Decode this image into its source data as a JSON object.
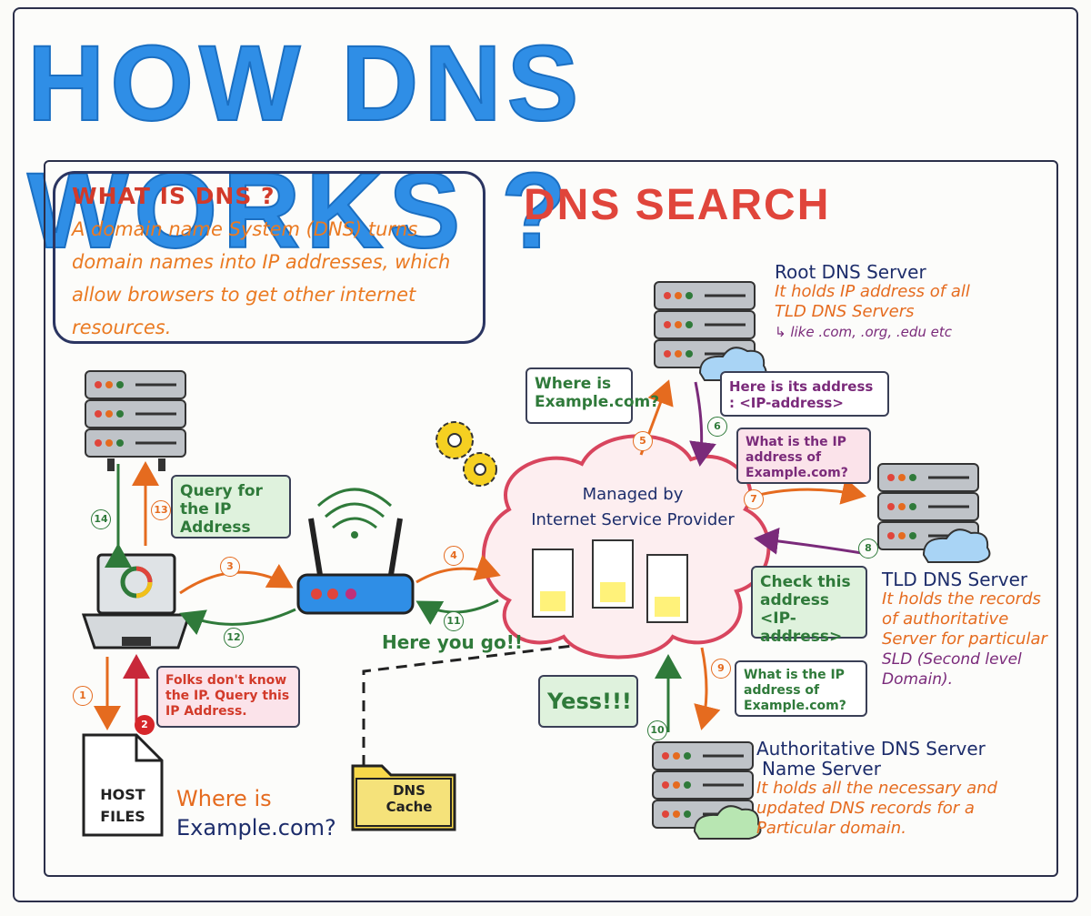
{
  "title": "HOW DNS WORKS ?",
  "what_is": {
    "heading": "WHAT IS DNS ?",
    "body": "A domain name System (DNS) turns domain names into IP addresses, which allow browsers to get other internet resources."
  },
  "search_title": "DNS SEARCH",
  "root_server": {
    "name": "Root DNS Server",
    "desc": "It holds IP address of all TLD DNS Servers",
    "sub": "↳ like .com, .org, .edu etc"
  },
  "tld_server": {
    "name": "TLD DNS Server",
    "desc": "It holds the records of authoritative Server for particular",
    "sub": "SLD (Second level Domain)."
  },
  "auth_server": {
    "name": "Authoritative DNS Server",
    "name2": "Name Server",
    "desc": "It holds all the necessary and updated DNS records for a Particular domain."
  },
  "cloud": {
    "line1": "Managed by",
    "line2": "Internet Service Provider"
  },
  "bubbles": {
    "query_ip": "Query for the IP Address",
    "where_is_top": "Where is Example.com?",
    "here_address": "Here is its address : <IP-address>",
    "what_ip_tld": "What is the IP address of Example.com?",
    "check_address": "Check this address <IP-address>",
    "what_ip_auth": "What is the IP address of Example.com?",
    "folks": "Folks don't know the IP. Query this IP Address.",
    "yess": "Yess!!!"
  },
  "here_you_go": "Here you go!!",
  "host_files": {
    "line1": "HOST",
    "line2": "FILES"
  },
  "where_is_bottom": {
    "line1": "Where is",
    "line2": "Example.com?"
  },
  "dns_cache": {
    "line1": "DNS",
    "line2": "Cache"
  },
  "steps": [
    "1",
    "2",
    "3",
    "4",
    "5",
    "6",
    "7",
    "8",
    "9",
    "10",
    "11",
    "12",
    "13",
    "14"
  ],
  "colors": {
    "title_blue": "#2f8ee6",
    "orange": "#e56b1f",
    "green": "#2f7a3a",
    "red": "#e0453b",
    "navy": "#1d2d6b",
    "purple": "#7a2a7a"
  }
}
